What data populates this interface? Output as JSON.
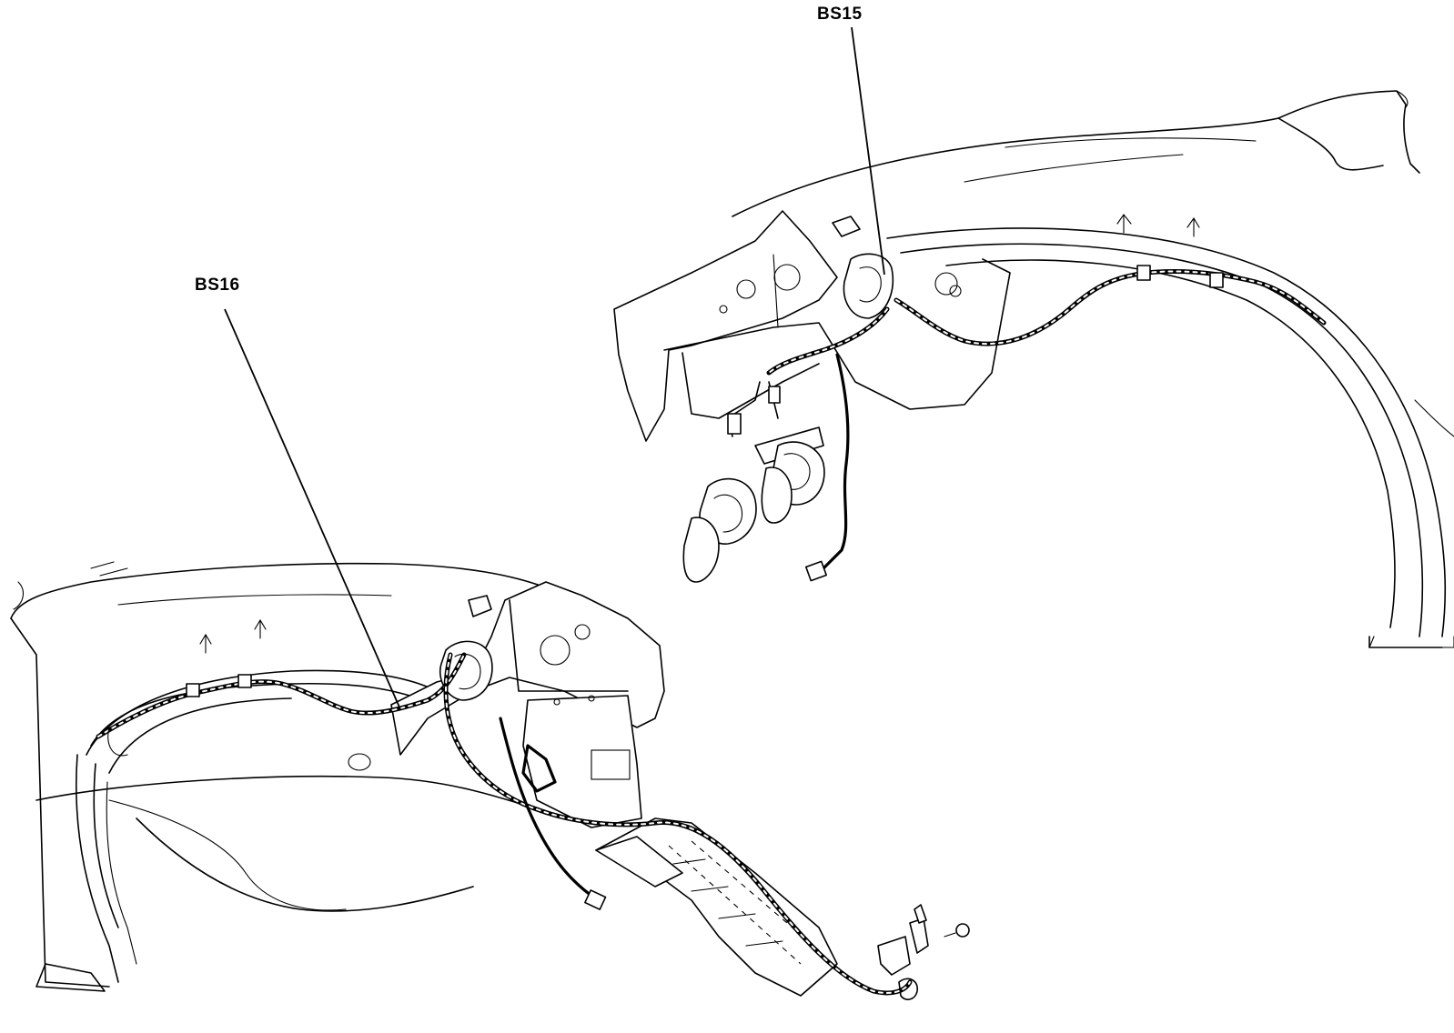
{
  "callouts": [
    {
      "id": "bs15",
      "label": "BS15"
    },
    {
      "id": "bs16",
      "label": "BS16"
    }
  ],
  "colors": {
    "line": "#000000",
    "background": "#ffffff"
  }
}
